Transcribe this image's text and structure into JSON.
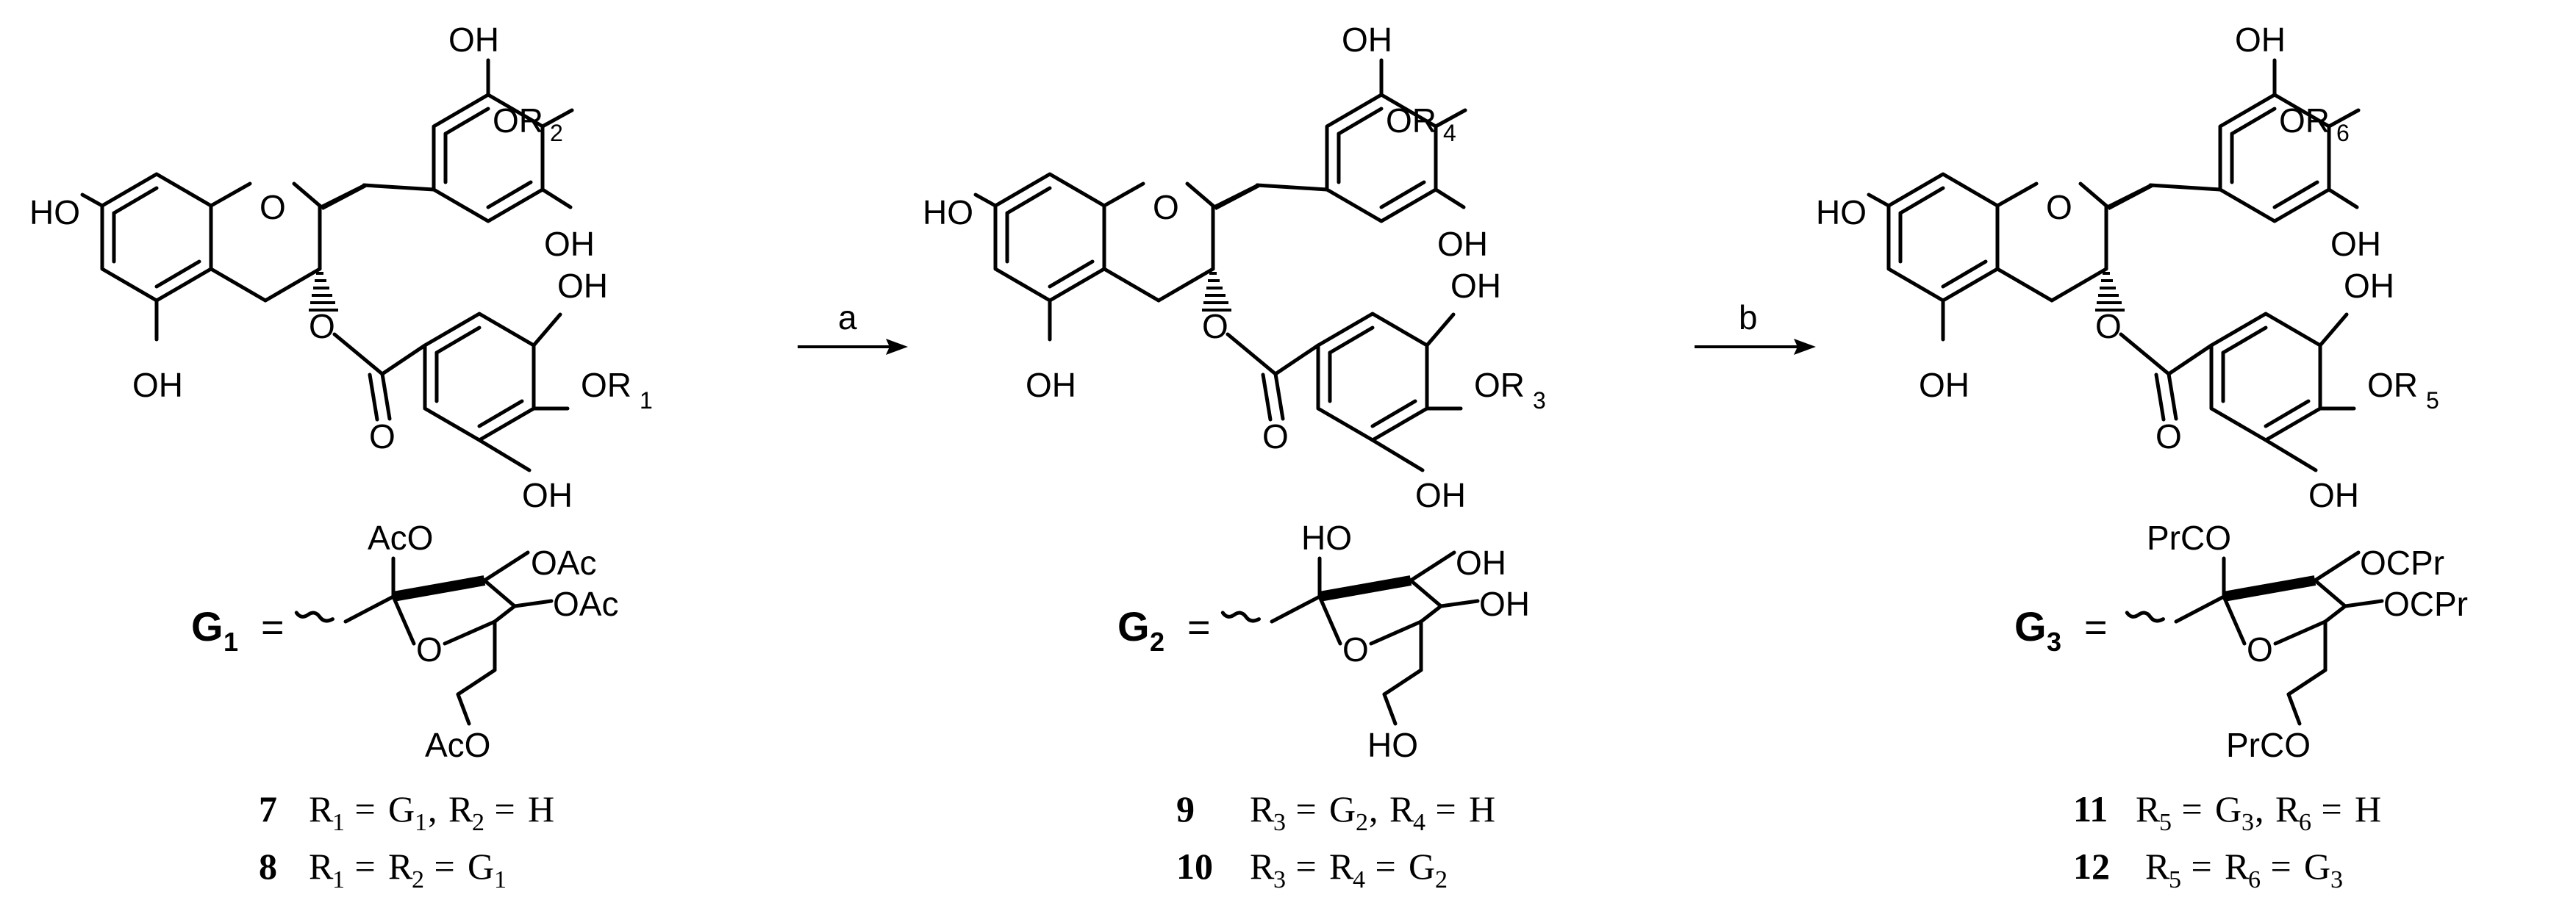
{
  "labels": {
    "OH": "OH",
    "HO": "HO",
    "O": "O",
    "OR": "OR",
    "R": "R",
    "AcO": "AcO",
    "OAc": "OAc",
    "PrCO": "PrCO",
    "OCPr": "OCPr",
    "G": "G",
    "eq": "=",
    "eq_sp": " = ",
    "comma_sp": ", ",
    "H": "H"
  },
  "subs": {
    "n1": "1",
    "n2": "2",
    "n3": "3",
    "n4": "4",
    "n5": "5",
    "n6": "6"
  },
  "arrows": [
    {
      "label": "a"
    },
    {
      "label": "b"
    }
  ],
  "compounds": {
    "c7": "7",
    "c8": "8",
    "c9": "9",
    "c10": "10",
    "c11": "11",
    "c12": "12"
  }
}
